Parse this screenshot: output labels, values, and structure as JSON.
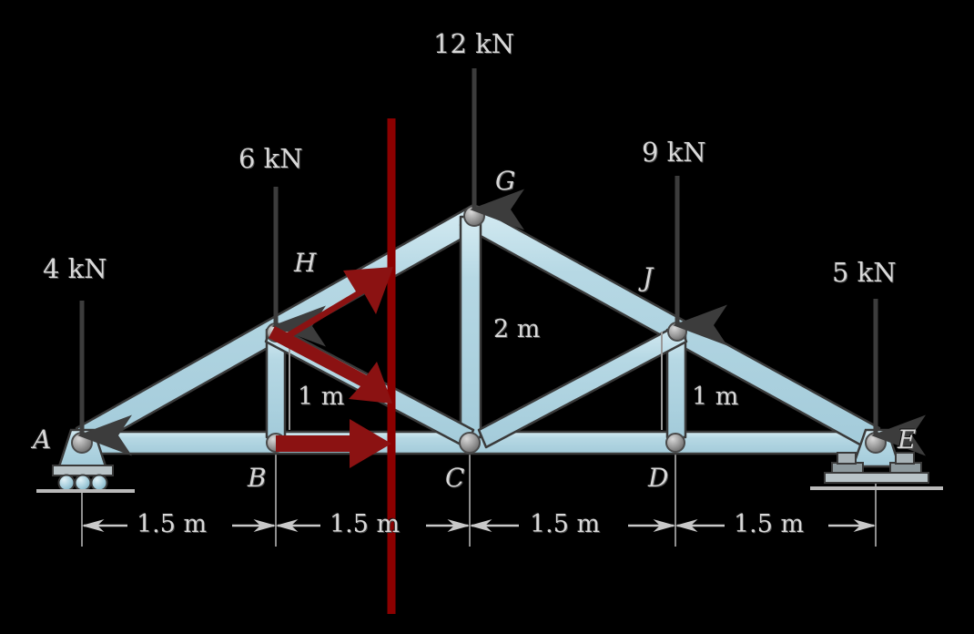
{
  "diagram": {
    "title": "Truss with method-of-sections cut",
    "colors": {
      "member_fill": "#a8cfdd",
      "member_highlight": "#cde6ef",
      "member_outline": "#3a3a3a",
      "pin": "#9a9a9a",
      "section_line": "#8b0000",
      "force_arrow": "#8b1212",
      "load_arrow": "#3c3c3c",
      "background": "#000000",
      "text": "#d8d8d8"
    },
    "loads": [
      {
        "id": "load-4kn",
        "label": "4 kN",
        "joint": "A"
      },
      {
        "id": "load-6kn",
        "label": "6 kN",
        "joint": "H"
      },
      {
        "id": "load-12kn",
        "label": "12 kN",
        "joint": "G"
      },
      {
        "id": "load-9kn",
        "label": "9 kN",
        "joint": "J"
      },
      {
        "id": "load-5kn",
        "label": "5 kN",
        "joint": "E"
      }
    ],
    "joints": [
      {
        "id": "joint-a",
        "label": "A"
      },
      {
        "id": "joint-b",
        "label": "B"
      },
      {
        "id": "joint-c",
        "label": "C"
      },
      {
        "id": "joint-d",
        "label": "D"
      },
      {
        "id": "joint-e",
        "label": "E"
      },
      {
        "id": "joint-g",
        "label": "G"
      },
      {
        "id": "joint-h",
        "label": "H"
      },
      {
        "id": "joint-j",
        "label": "J"
      }
    ],
    "heights": [
      {
        "id": "height-left",
        "label": "1 m"
      },
      {
        "id": "height-mid",
        "label": "2 m"
      },
      {
        "id": "height-right",
        "label": "1 m"
      }
    ],
    "spans": [
      {
        "id": "span-ab",
        "label": "1.5 m"
      },
      {
        "id": "span-bc",
        "label": "1.5 m"
      },
      {
        "id": "span-cd",
        "label": "1.5 m"
      },
      {
        "id": "span-de",
        "label": "1.5 m"
      }
    ],
    "supports": [
      {
        "id": "support-a",
        "type": "roller"
      },
      {
        "id": "support-e",
        "type": "pin"
      }
    ],
    "section": {
      "id": "section-cut",
      "orientation": "vertical"
    },
    "internal_forces": [
      {
        "id": "force-top-chord",
        "direction": "up-right",
        "from": "H"
      },
      {
        "id": "force-diagonal",
        "direction": "down-right",
        "from": "H"
      },
      {
        "id": "force-bottom-chord",
        "direction": "right",
        "from": "B"
      }
    ]
  }
}
